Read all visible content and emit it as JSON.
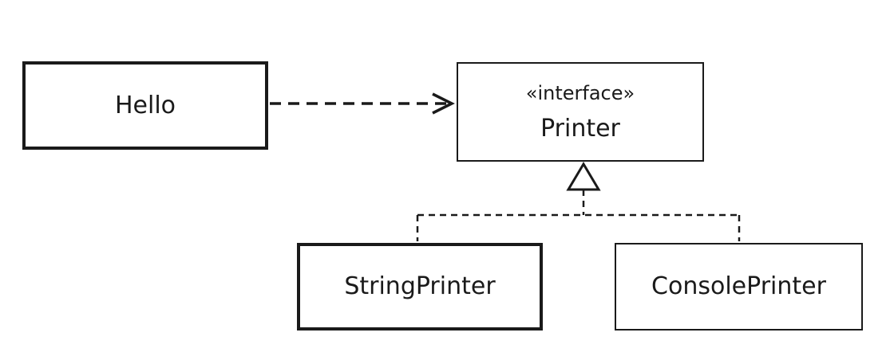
{
  "diagram": {
    "type": "uml-class-diagram",
    "classes": {
      "hello": {
        "name": "Hello"
      },
      "printer": {
        "stereotype": "«interface»",
        "name": "Printer"
      },
      "string_printer": {
        "name": "StringPrinter"
      },
      "console_printer": {
        "name": "ConsolePrinter"
      }
    },
    "relationships": [
      {
        "from": "Hello",
        "to": "Printer",
        "kind": "dependency"
      },
      {
        "from": "StringPrinter",
        "to": "Printer",
        "kind": "realization"
      },
      {
        "from": "ConsolePrinter",
        "to": "Printer",
        "kind": "realization"
      }
    ],
    "colors": {
      "line": "#1a1a1a",
      "background": "#ffffff"
    }
  }
}
